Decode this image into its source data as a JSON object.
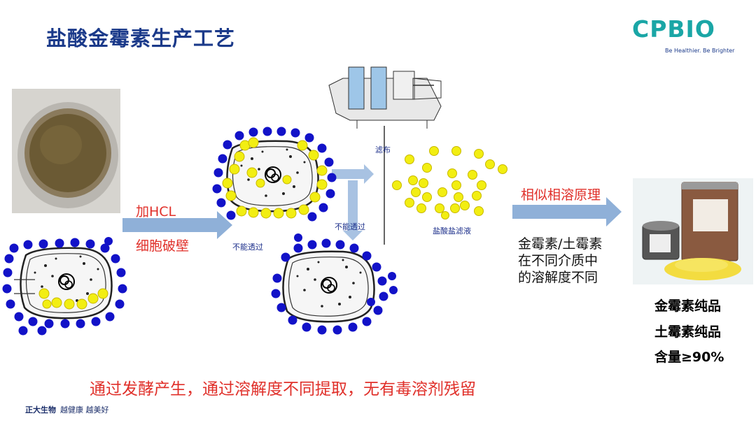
{
  "title": "盐酸金霉素生产工艺",
  "logo": {
    "word": "CPBIO",
    "tagline": "Be Healthier. Be Brighter"
  },
  "labels": {
    "add_hcl": "加HCL",
    "cell_wall": "细胞破壁",
    "cannot_pass_1": "不能透过",
    "cannot_pass_2": "不能透过",
    "filter_cloth": "滤布",
    "filtrate": "盐酸盐滤液",
    "principle": "相似相溶原理",
    "explain_1": "金霉素/土霉素",
    "explain_2": "在不同介质中",
    "explain_3": "的溶解度不同"
  },
  "results": [
    "金霉素纯品",
    "土霉素纯品",
    "含量≥90%"
  ],
  "note": "通过发酵产生，通过溶解度不同提取，无有毒溶剂残留",
  "footer": {
    "company": "正大生物",
    "slogan": "越健康 越美好"
  },
  "colors": {
    "blue_dot": "#1212c8",
    "yellow_dot": "#f2ee12",
    "arrow": "#8fb0d8",
    "red": "#e0302a",
    "title": "#1b3a8a",
    "teal": "#1aa6a6"
  }
}
